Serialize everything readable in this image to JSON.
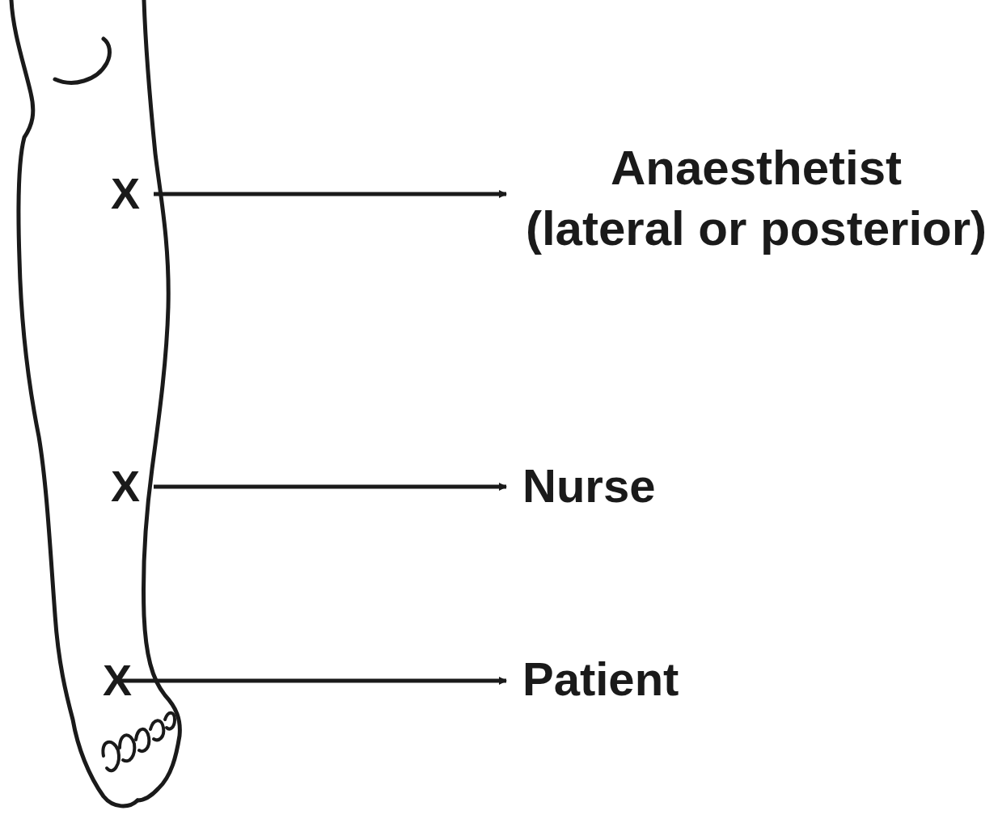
{
  "diagram": {
    "labels": [
      "X",
      "Anaesthetist (lateral or posterior)",
      "X",
      "Nurse",
      "X",
      "Patient"
    ]
  }
}
